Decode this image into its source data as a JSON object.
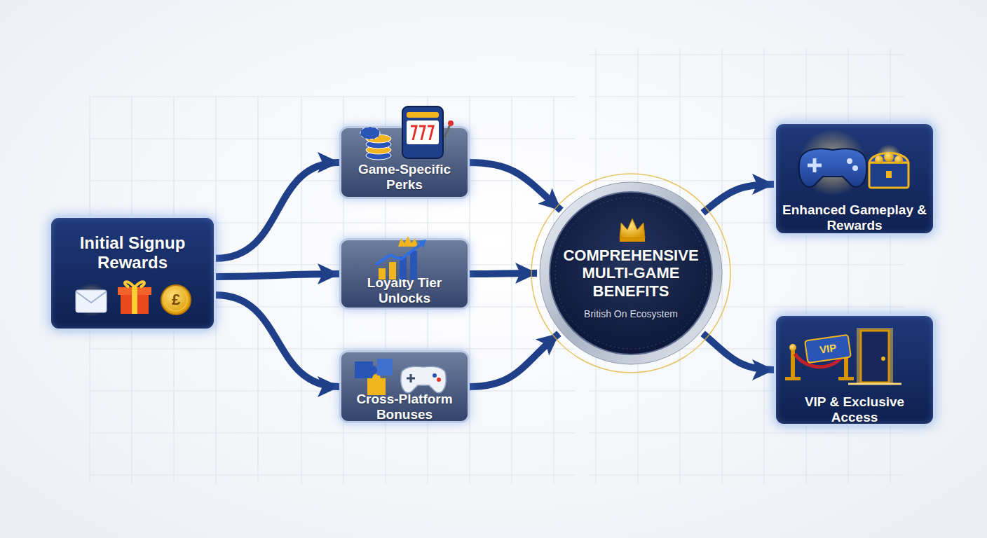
{
  "diagram": {
    "nodes": [
      {
        "text": [
          "Initial Signup Rewards"
        ]
      },
      {
        "text": [
          "Game-Specific Perks"
        ]
      },
      {
        "text": [
          "Loyalty Tier Unlocks"
        ]
      },
      {
        "text": [
          "Cross-Platform Bonuses"
        ]
      },
      {
        "text": [
          "COMPREHENSIVE MULTI-GAME BENEFITS",
          "British On Ecosystem"
        ]
      },
      {
        "text": [
          "Enhanced Gameplay & Rewards"
        ]
      },
      {
        "text": [
          "VIP & Exclusive Access"
        ]
      }
    ],
    "edges": [
      {
        "from": 0,
        "to": 1,
        "arrow": "to"
      },
      {
        "from": 0,
        "to": 2,
        "arrow": "to"
      },
      {
        "from": 0,
        "to": 3,
        "arrow": "to"
      },
      {
        "from": 1,
        "to": 4,
        "arrow": "to"
      },
      {
        "from": 2,
        "to": 4,
        "arrow": "to"
      },
      {
        "from": 3,
        "to": 4,
        "arrow": "to"
      },
      {
        "from": 4,
        "to": 5,
        "arrow": "to"
      },
      {
        "from": 4,
        "to": 6,
        "arrow": "to"
      }
    ],
    "labels": [
      "£",
      "VIP"
    ]
  }
}
